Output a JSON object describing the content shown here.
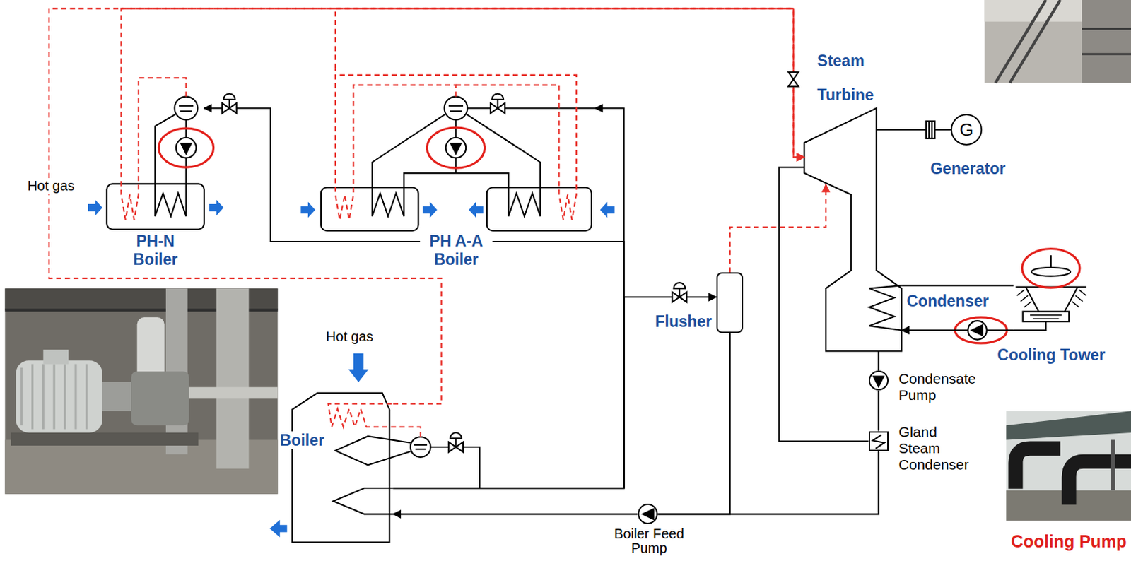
{
  "diagram": {
    "nodes": [
      {
        "text": [
          "PH-N Boiler"
        ]
      },
      {
        "text": [
          "PH A-A Boiler"
        ]
      },
      {
        "text": [
          "Boiler"
        ]
      },
      {
        "text": [
          "Flusher"
        ]
      },
      {
        "text": [
          "Steam Turbine"
        ]
      },
      {
        "text": [
          "Condenser"
        ]
      },
      {
        "text": [
          "G",
          "Generator"
        ]
      },
      {
        "text": [
          "Cooling Tower"
        ]
      },
      {
        "text": [
          "Condensate Pump"
        ]
      },
      {
        "text": [
          "Gland Steam Condenser"
        ]
      },
      {
        "text": [
          "Boiler Feed Pump"
        ]
      }
    ],
    "edges": [
      {
        "from": 2,
        "to": 4,
        "arrow": "to"
      },
      {
        "from": 0,
        "to": 4,
        "arrow": "to"
      },
      {
        "from": 1,
        "to": 4,
        "arrow": "to"
      },
      {
        "from": 3,
        "to": 4,
        "arrow": "to"
      },
      {
        "from": 4,
        "to": 6,
        "arrow": "none"
      },
      {
        "from": 5,
        "to": 7,
        "arrow": "none"
      },
      {
        "from": 7,
        "to": 5,
        "arrow": "to"
      },
      {
        "from": 5,
        "to": 8,
        "arrow": "none"
      },
      {
        "from": 8,
        "to": 9,
        "arrow": "none"
      },
      {
        "from": 4,
        "to": 9,
        "arrow": "none"
      },
      {
        "from": 9,
        "to": 10,
        "arrow": "none"
      },
      {
        "from": 3,
        "to": 10,
        "arrow": "none"
      },
      {
        "from": 10,
        "to": 2,
        "arrow": "to"
      },
      {
        "from": 2,
        "to": 1,
        "arrow": "to"
      },
      {
        "from": 2,
        "to": 0,
        "arrow": "to"
      },
      {
        "from": 2,
        "to": 3,
        "arrow": "to"
      }
    ],
    "labels": [
      "Hot gas",
      "Hot gas",
      "Cooling Pump"
    ]
  }
}
